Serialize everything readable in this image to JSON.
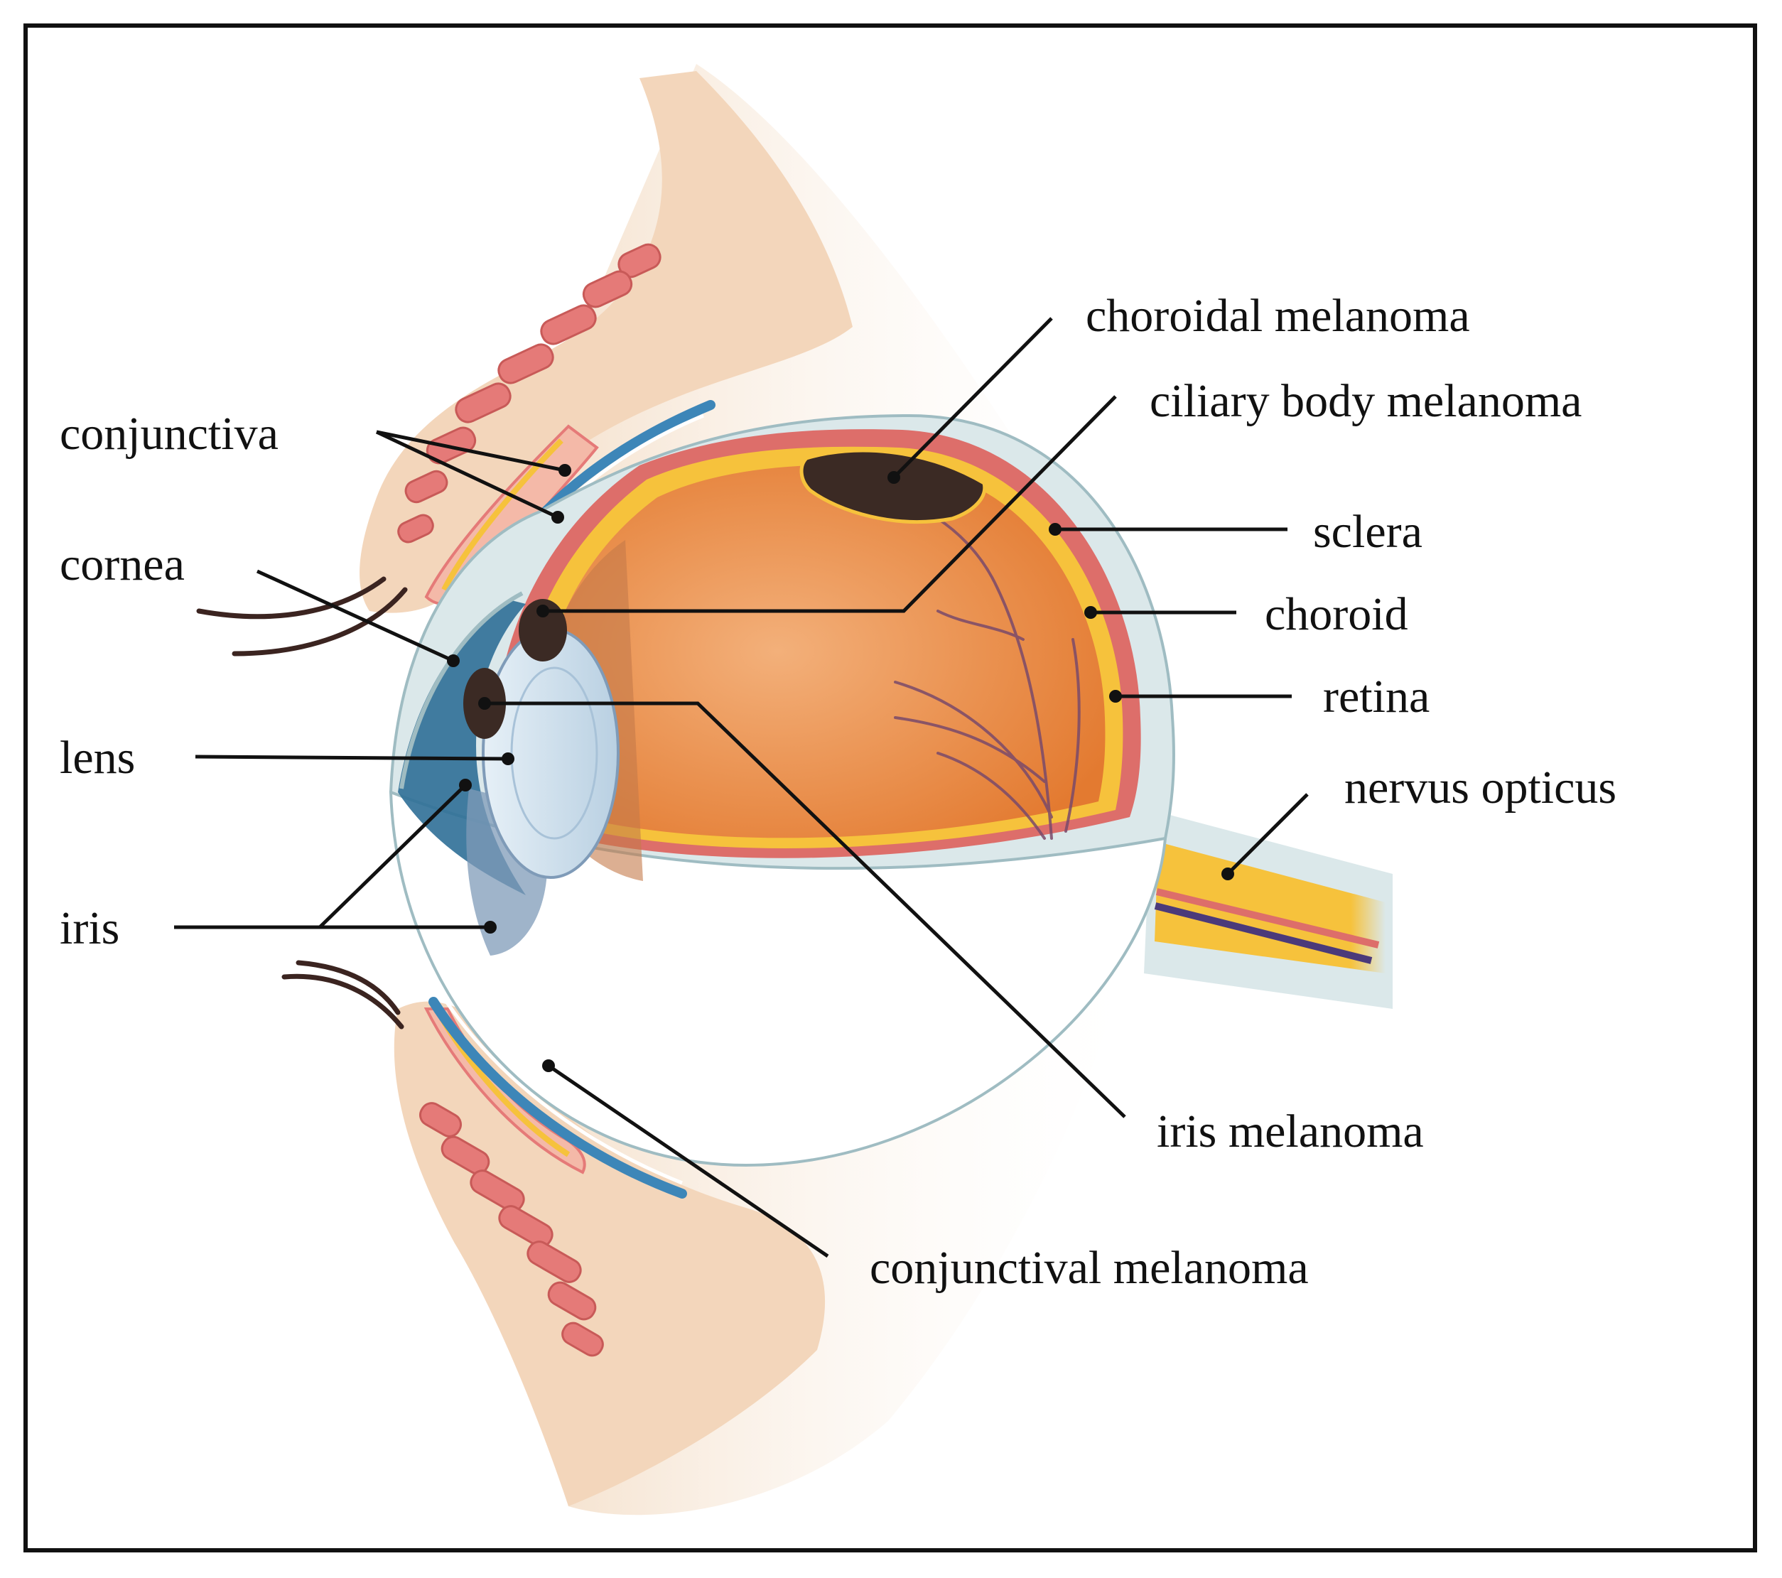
{
  "labels": {
    "conjunctiva": "conjunctiva",
    "cornea": "cornea",
    "lens": "lens",
    "iris": "iris",
    "choroidal_melanoma": "choroidal melanoma",
    "ciliary_body_melanoma": "ciliary body melanoma",
    "sclera": "sclera",
    "choroid": "choroid",
    "retina": "retina",
    "nervus_opticus": "nervus opticus",
    "iris_melanoma": "iris melanoma",
    "conjunctival_melanoma": "conjunctival melanoma"
  },
  "colors": {
    "skin": "#f3dcc4",
    "muscle": "#e57a78",
    "sclera": "#dbe8ea",
    "sclera_outline": "#9fbcc2",
    "choroid": "#dd6e6a",
    "retina": "#f6c23c",
    "vitreous": "#e8843c",
    "lens": "#c9dceb",
    "cornea_dark": "#2f6f97",
    "melanoma": "#3b2a24",
    "conjunctiva": "#3d86b8",
    "nerve_purple": "#4b3a7a",
    "lines": "#111111"
  }
}
